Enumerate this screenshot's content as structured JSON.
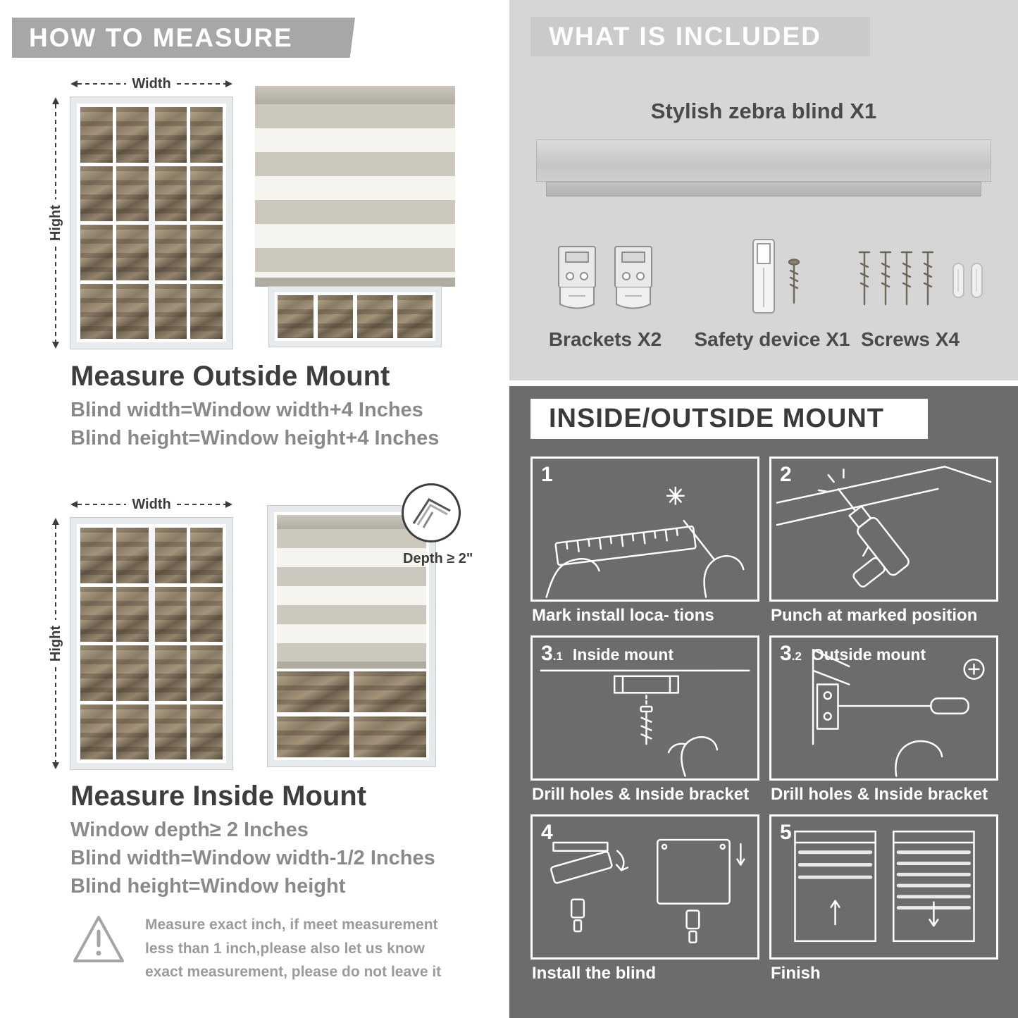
{
  "left": {
    "header": "HOW TO MEASURE",
    "outside": {
      "width_label": "Width",
      "height_label": "Hight",
      "title": "Measure Outside Mount",
      "lines": [
        "Blind width=Window width+4 Inches",
        "Blind height=Window height+4 Inches"
      ]
    },
    "inside": {
      "width_label": "Width",
      "height_label": "Hight",
      "depth_label": "Depth ≥ 2\"",
      "title": "Measure Inside Mount",
      "lines": [
        "Window depth≥ 2 Inches",
        "Blind width=Window width-1/2 Inches",
        "Blind height=Window height"
      ]
    },
    "warning_text": "Measure exact inch, if meet measurement less than 1 inch,please also let us know exact measurement, please do not leave it"
  },
  "included": {
    "header": "WHAT IS INCLUDED",
    "blind_label": "Stylish zebra blind X1",
    "items": [
      {
        "label": "Brackets X2"
      },
      {
        "label": "Safety device X1"
      },
      {
        "label": "Screws X4"
      }
    ]
  },
  "mount": {
    "header": "INSIDE/OUTSIDE MOUNT",
    "steps": [
      {
        "num": "1",
        "sub": "",
        "title": "",
        "caption": "Mark install loca- tions"
      },
      {
        "num": "2",
        "sub": "",
        "title": "",
        "caption": "Punch at  marked position"
      },
      {
        "num": "3",
        "sub": ".1",
        "title": "Inside mount",
        "caption": "Drill holes &  Inside bracket"
      },
      {
        "num": "3",
        "sub": ".2",
        "title": "Outside mount",
        "caption": "Drill holes &  Inside bracket"
      },
      {
        "num": "4",
        "sub": "",
        "title": "",
        "caption": "Install the blind"
      },
      {
        "num": "5",
        "sub": "",
        "title": "",
        "caption": "Finish"
      }
    ]
  },
  "colors": {
    "left_header_bg": "#a7a7a7",
    "included_bg": "#d6d6d6",
    "mount_bg": "#6c6c6c",
    "title_text": "#3d3d3d",
    "muted_text": "#8a8a8a"
  }
}
